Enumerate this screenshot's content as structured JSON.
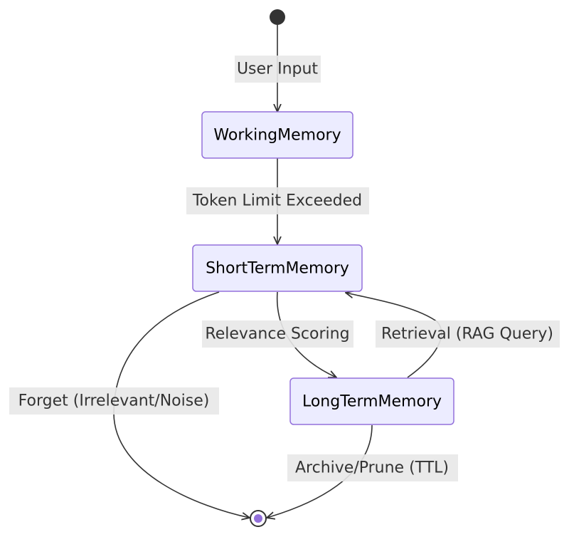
{
  "diagram": {
    "states": {
      "working": "WorkingMemory",
      "short_term": "ShortTermMemory",
      "long_term": "LongTermMemory"
    },
    "transitions": {
      "user_input": "User Input",
      "token_limit": "Token Limit Exceeded",
      "relevance": "Relevance Scoring",
      "retrieval": "Retrieval (RAG Query)",
      "forget": "Forget (Irrelevant/Noise)",
      "archive": "Archive/Prune (TTL)"
    },
    "colors": {
      "state_fill": "#ECECFF",
      "state_stroke": "#9370DB",
      "edge": "#333333",
      "label_bg": "#E8E8E8",
      "end_inner": "#9370DB"
    }
  }
}
